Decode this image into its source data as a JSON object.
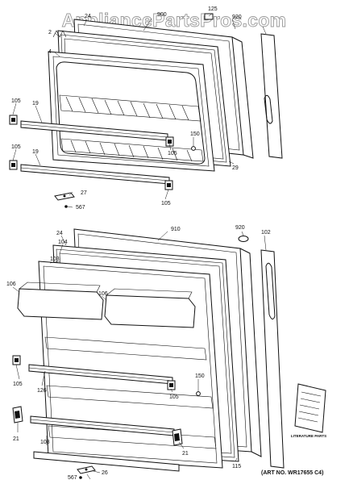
{
  "watermark": "AppliancePartsPros.com",
  "art_number": "(ART NO. WR17655 C4)",
  "literature_label": "LITERATURE PARTS",
  "freezer_door": {
    "callouts": [
      "24",
      "900",
      "125",
      "920",
      "2",
      "4",
      "105",
      "19",
      "105",
      "19",
      "150",
      "105",
      "29",
      "105",
      "27",
      "567"
    ]
  },
  "fresh_food_door": {
    "callouts": [
      "910",
      "24",
      "920",
      "102",
      "104",
      "103",
      "106",
      "106",
      "105",
      "126",
      "150",
      "105",
      "21",
      "21",
      "108",
      "115",
      "567",
      "26"
    ]
  }
}
